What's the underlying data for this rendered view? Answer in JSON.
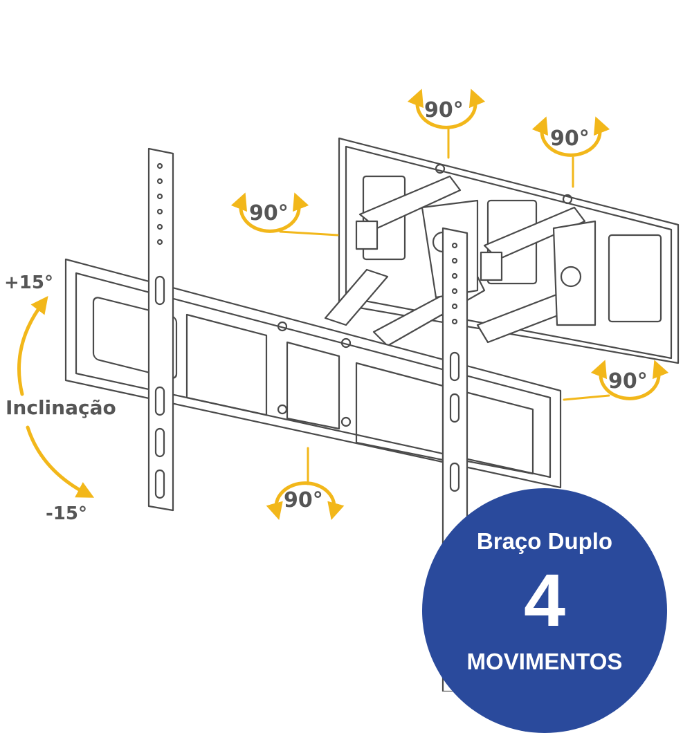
{
  "labels": {
    "rotation_angle": "90°",
    "tilt_up": "+15°",
    "tilt_down": "-15°",
    "tilt_caption": "Inclinação"
  },
  "badge": {
    "line1": "Braço Duplo",
    "number": "4",
    "line3": "MOVIMENTOS"
  },
  "colors": {
    "arrow": "#f2b71a",
    "line_art": "#4a4a4a",
    "label_text": "#555555",
    "badge_bg": "#2a4a9c",
    "badge_text": "#ffffff"
  }
}
